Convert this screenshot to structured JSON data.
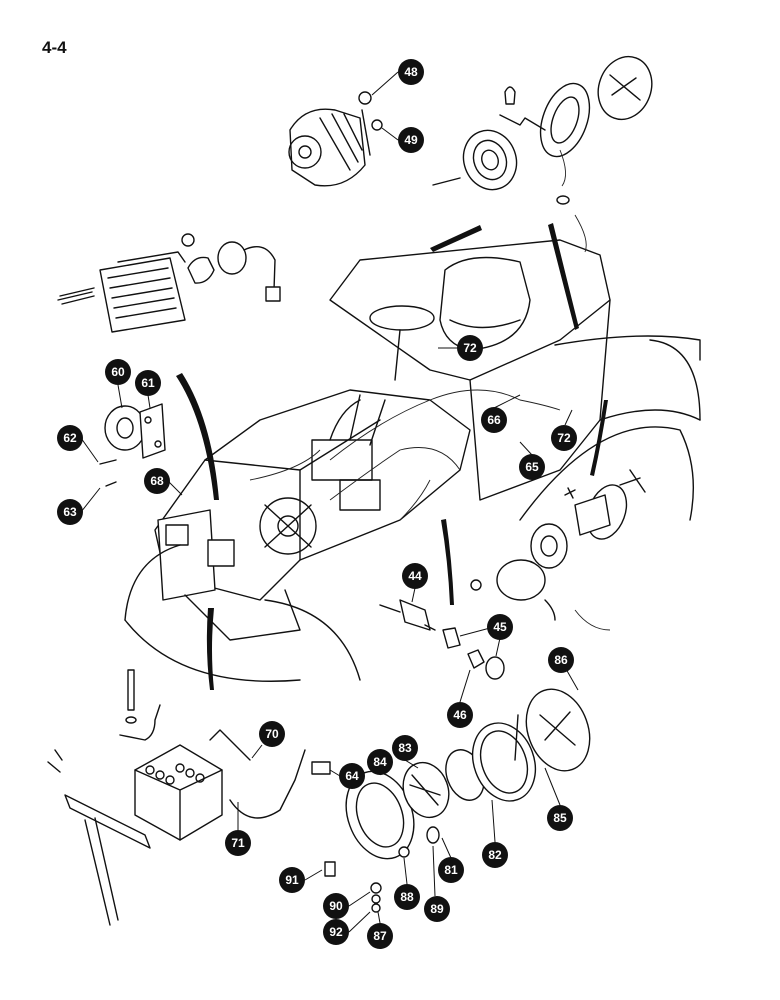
{
  "page_ref": "4-4",
  "callouts": [
    {
      "num": "48"
    },
    {
      "num": "49"
    },
    {
      "num": "72"
    },
    {
      "num": "60"
    },
    {
      "num": "61"
    },
    {
      "num": "62"
    },
    {
      "num": "66"
    },
    {
      "num": "72"
    },
    {
      "num": "68"
    },
    {
      "num": "63"
    },
    {
      "num": "65"
    },
    {
      "num": "44"
    },
    {
      "num": "45"
    },
    {
      "num": "86"
    },
    {
      "num": "46"
    },
    {
      "num": "70"
    },
    {
      "num": "64"
    },
    {
      "num": "84"
    },
    {
      "num": "83"
    },
    {
      "num": "85"
    },
    {
      "num": "71"
    },
    {
      "num": "81"
    },
    {
      "num": "82"
    },
    {
      "num": "91"
    },
    {
      "num": "88"
    },
    {
      "num": "89"
    },
    {
      "num": "90"
    },
    {
      "num": "92"
    },
    {
      "num": "87"
    }
  ]
}
